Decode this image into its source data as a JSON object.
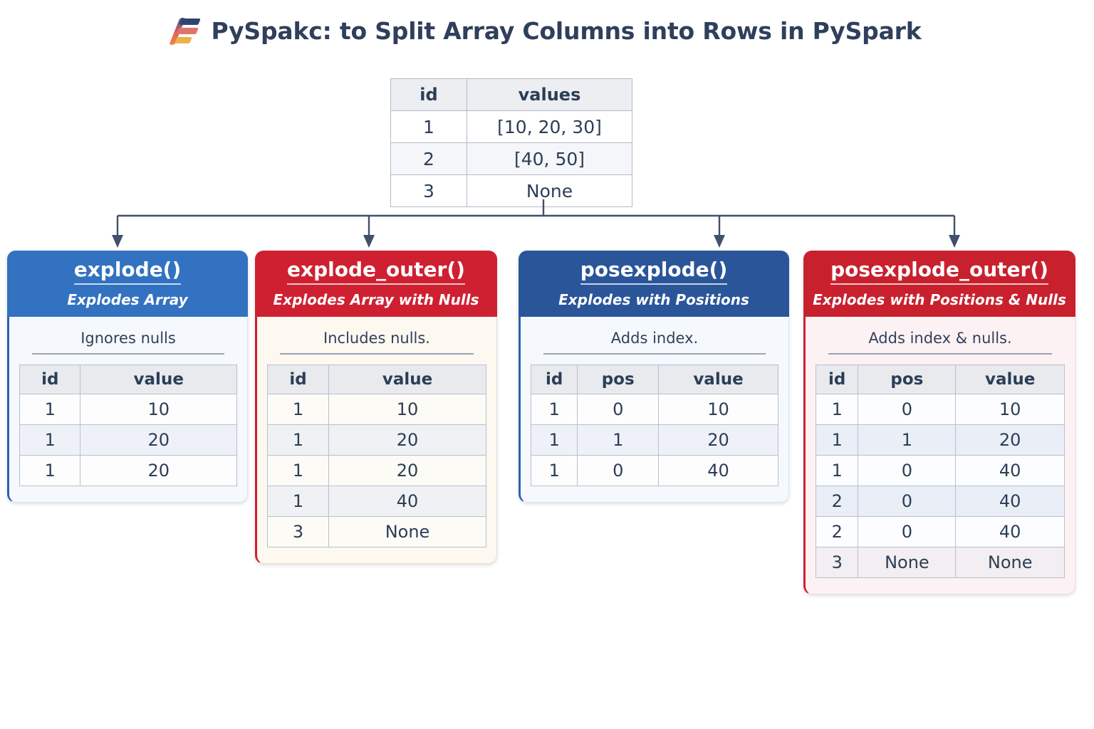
{
  "header": {
    "logo_name": "pyspark-flame-logo",
    "title": "PySpakc: to Split Array Columns into Rows in PySpark"
  },
  "source_table": {
    "name": "source-dataframe",
    "columns": [
      "id",
      "values"
    ],
    "rows": [
      [
        "1",
        "[10, 20, 30]"
      ],
      [
        "2",
        "[40, 50]"
      ],
      [
        "3",
        "None"
      ]
    ]
  },
  "colors": {
    "blue_light": "#3272c0",
    "blue_dark": "#2a5599",
    "red": "#cf2031",
    "red_dark": "#c9202e",
    "title_text": "#2f3f5c",
    "body_blue_bg": "#f5f8fc",
    "body_cream_bg": "#fdf8f0",
    "body_pink_bg": "#fdf2f3"
  },
  "cards": [
    {
      "id": "explode",
      "title": "explode()",
      "subtitle": "Explodes Array",
      "note": "Ignores nulls",
      "columns": [
        "id",
        "value"
      ],
      "rows": [
        [
          "1",
          "10"
        ],
        [
          "1",
          "20"
        ],
        [
          "1",
          "20"
        ]
      ]
    },
    {
      "id": "explode_outer",
      "title": "explode_outer()",
      "subtitle": "Explodes Array with Nulls",
      "note": "Includes nulls.",
      "columns": [
        "id",
        "value"
      ],
      "rows": [
        [
          "1",
          "10"
        ],
        [
          "1",
          "20"
        ],
        [
          "1",
          "20"
        ],
        [
          "1",
          "40"
        ],
        [
          "3",
          "None"
        ]
      ]
    },
    {
      "id": "posexplode",
      "title": "posexplode()",
      "subtitle": "Explodes with Positions",
      "note": "Adds index.",
      "columns": [
        "id",
        "pos",
        "value"
      ],
      "rows": [
        [
          "1",
          "0",
          "10"
        ],
        [
          "1",
          "1",
          "20"
        ],
        [
          "1",
          "0",
          "40"
        ]
      ]
    },
    {
      "id": "posexplode_outer",
      "title": "posexplode_outer()",
      "subtitle": "Explodes with Positions & Nulls",
      "note": "Adds index & nulls.",
      "columns": [
        "id",
        "pos",
        "value"
      ],
      "rows": [
        [
          "1",
          "0",
          "10"
        ],
        [
          "1",
          "1",
          "20"
        ],
        [
          "1",
          "0",
          "40"
        ],
        [
          "2",
          "0",
          "40"
        ],
        [
          "2",
          "0",
          "40"
        ],
        [
          "3",
          "None",
          "None"
        ]
      ]
    }
  ]
}
